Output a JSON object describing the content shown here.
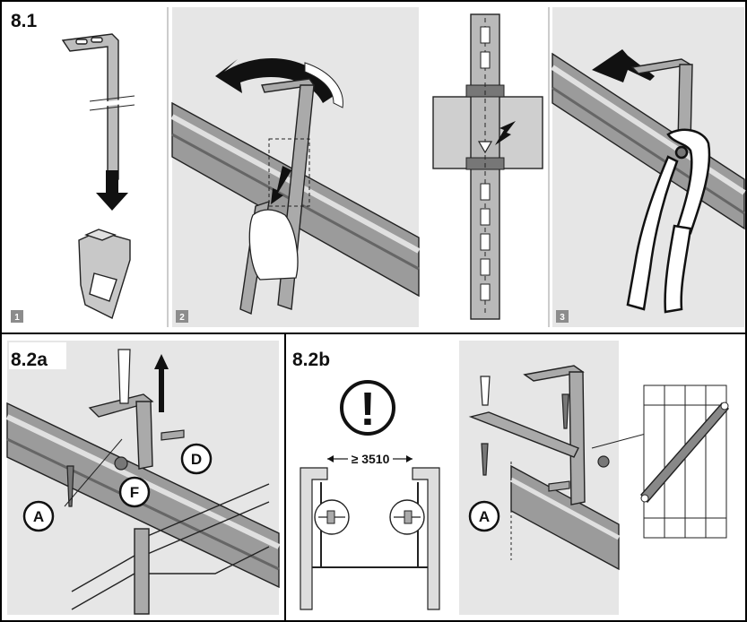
{
  "sections": {
    "s81": {
      "title": "8.1"
    },
    "s82a": {
      "title": "8.2a"
    },
    "s82b": {
      "title": "8.2b"
    }
  },
  "steps": [
    "1",
    "2",
    "3"
  ],
  "callouts": {
    "A": "A",
    "D": "D",
    "F": "F"
  },
  "dimension": {
    "label": "≥ 3510"
  },
  "warning": {
    "symbol": "!"
  },
  "colors": {
    "panel_bg": "#e6e6e6",
    "line": "#222222",
    "rail_dark": "#7a7a7a",
    "rail_light": "#c9c9c9",
    "metal": "#9a9a9a",
    "frame": "#000000",
    "step_badge": "#8c8c8c"
  }
}
